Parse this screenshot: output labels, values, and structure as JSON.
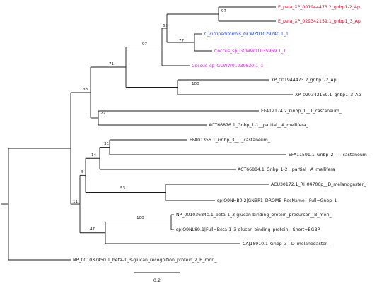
{
  "colors": {
    "branch": "#1a1a1a",
    "label_default": "#1a1a1a",
    "label_red": "#c8102e",
    "label_blue": "#1f3fd6",
    "label_magenta": "#c52bd6"
  },
  "tree": {
    "leaves": [
      {
        "id": "pela_2",
        "label": "E_pela_XP_001944473.2_gnbp1-2_Ap",
        "color": "label_red"
      },
      {
        "id": "pela_3",
        "label": "E_pela_XP_029342159.1_gnbp1_3_Ap",
        "color": "label_red"
      },
      {
        "id": "cirri",
        "label": "C_cirripediformis_GCWZ01029240.1_1",
        "color": "label_blue"
      },
      {
        "id": "coccus1",
        "label": "Coccus_sp_GCWW01035969.1_1",
        "color": "label_magenta"
      },
      {
        "id": "coccus2",
        "label": "Coccus_sp_GCWW01039630.1_1",
        "color": "label_magenta"
      },
      {
        "id": "xp2",
        "label": "XP_001944473.2_gnbp1-2_Ap",
        "color": "label_default"
      },
      {
        "id": "xp3",
        "label": "XP_029342159.1_gnbp1_3_Ap",
        "color": "label_default"
      },
      {
        "id": "efa12174",
        "label": "EFA12174.2_Gnbp_1__T_castaneum_",
        "color": "label_default"
      },
      {
        "id": "act66876",
        "label": "ACT66876.1_Gnbp_1-1__partial__A_mellifera_",
        "color": "label_default"
      },
      {
        "id": "efa01356",
        "label": "EFA01356.1_Gnbp_3__T_castaneum_",
        "color": "label_default"
      },
      {
        "id": "efa11591",
        "label": "EFA11591.1_Gnbp_2__T_castaneum_",
        "color": "label_default"
      },
      {
        "id": "act66884",
        "label": "ACT66884.1_Gnbp_1-2__partial__A_mellifera_",
        "color": "label_default"
      },
      {
        "id": "acu30172",
        "label": "ACU30172.1_RH04706p__D_melanogaster_",
        "color": "label_default"
      },
      {
        "id": "q9nhb0",
        "label": "sp|Q9NHB0.2|GNBP1_DROME_RecName__Full=Gnbp_1",
        "color": "label_default"
      },
      {
        "id": "np001036840",
        "label": "NP_001036840.1_beta-1_3-glucan-binding_protein_precursor__B_mori_",
        "color": "label_default"
      },
      {
        "id": "q9nl89",
        "label": "sp|Q9NL89.1|Full=Beta-1_3-glucan-binding_protein__Short=BGBP",
        "color": "label_default"
      },
      {
        "id": "caj18910",
        "label": "CAJ18910.1_Gnbp_3__D_melanogaster_",
        "color": "label_default"
      },
      {
        "id": "np001037450",
        "label": "NP_001037450.1_beta-1_3-glucan_recognition_protein_2_B_mori_",
        "color": "label_default"
      }
    ],
    "support_values": [
      {
        "node": "n97a",
        "value": "97"
      },
      {
        "node": "n65",
        "value": "65"
      },
      {
        "node": "n77",
        "value": "77"
      },
      {
        "node": "n97b",
        "value": "97"
      },
      {
        "node": "n71",
        "value": "71"
      },
      {
        "node": "n100a",
        "value": "100"
      },
      {
        "node": "n38",
        "value": "38"
      },
      {
        "node": "n22",
        "value": "22"
      },
      {
        "node": "n31",
        "value": "31"
      },
      {
        "node": "n14",
        "value": "14"
      },
      {
        "node": "n5",
        "value": "5"
      },
      {
        "node": "n53",
        "value": "53"
      },
      {
        "node": "n11",
        "value": "11"
      },
      {
        "node": "n100b",
        "value": "100"
      },
      {
        "node": "n47",
        "value": "47"
      }
    ],
    "scale_bar": {
      "label": "0.2"
    }
  }
}
